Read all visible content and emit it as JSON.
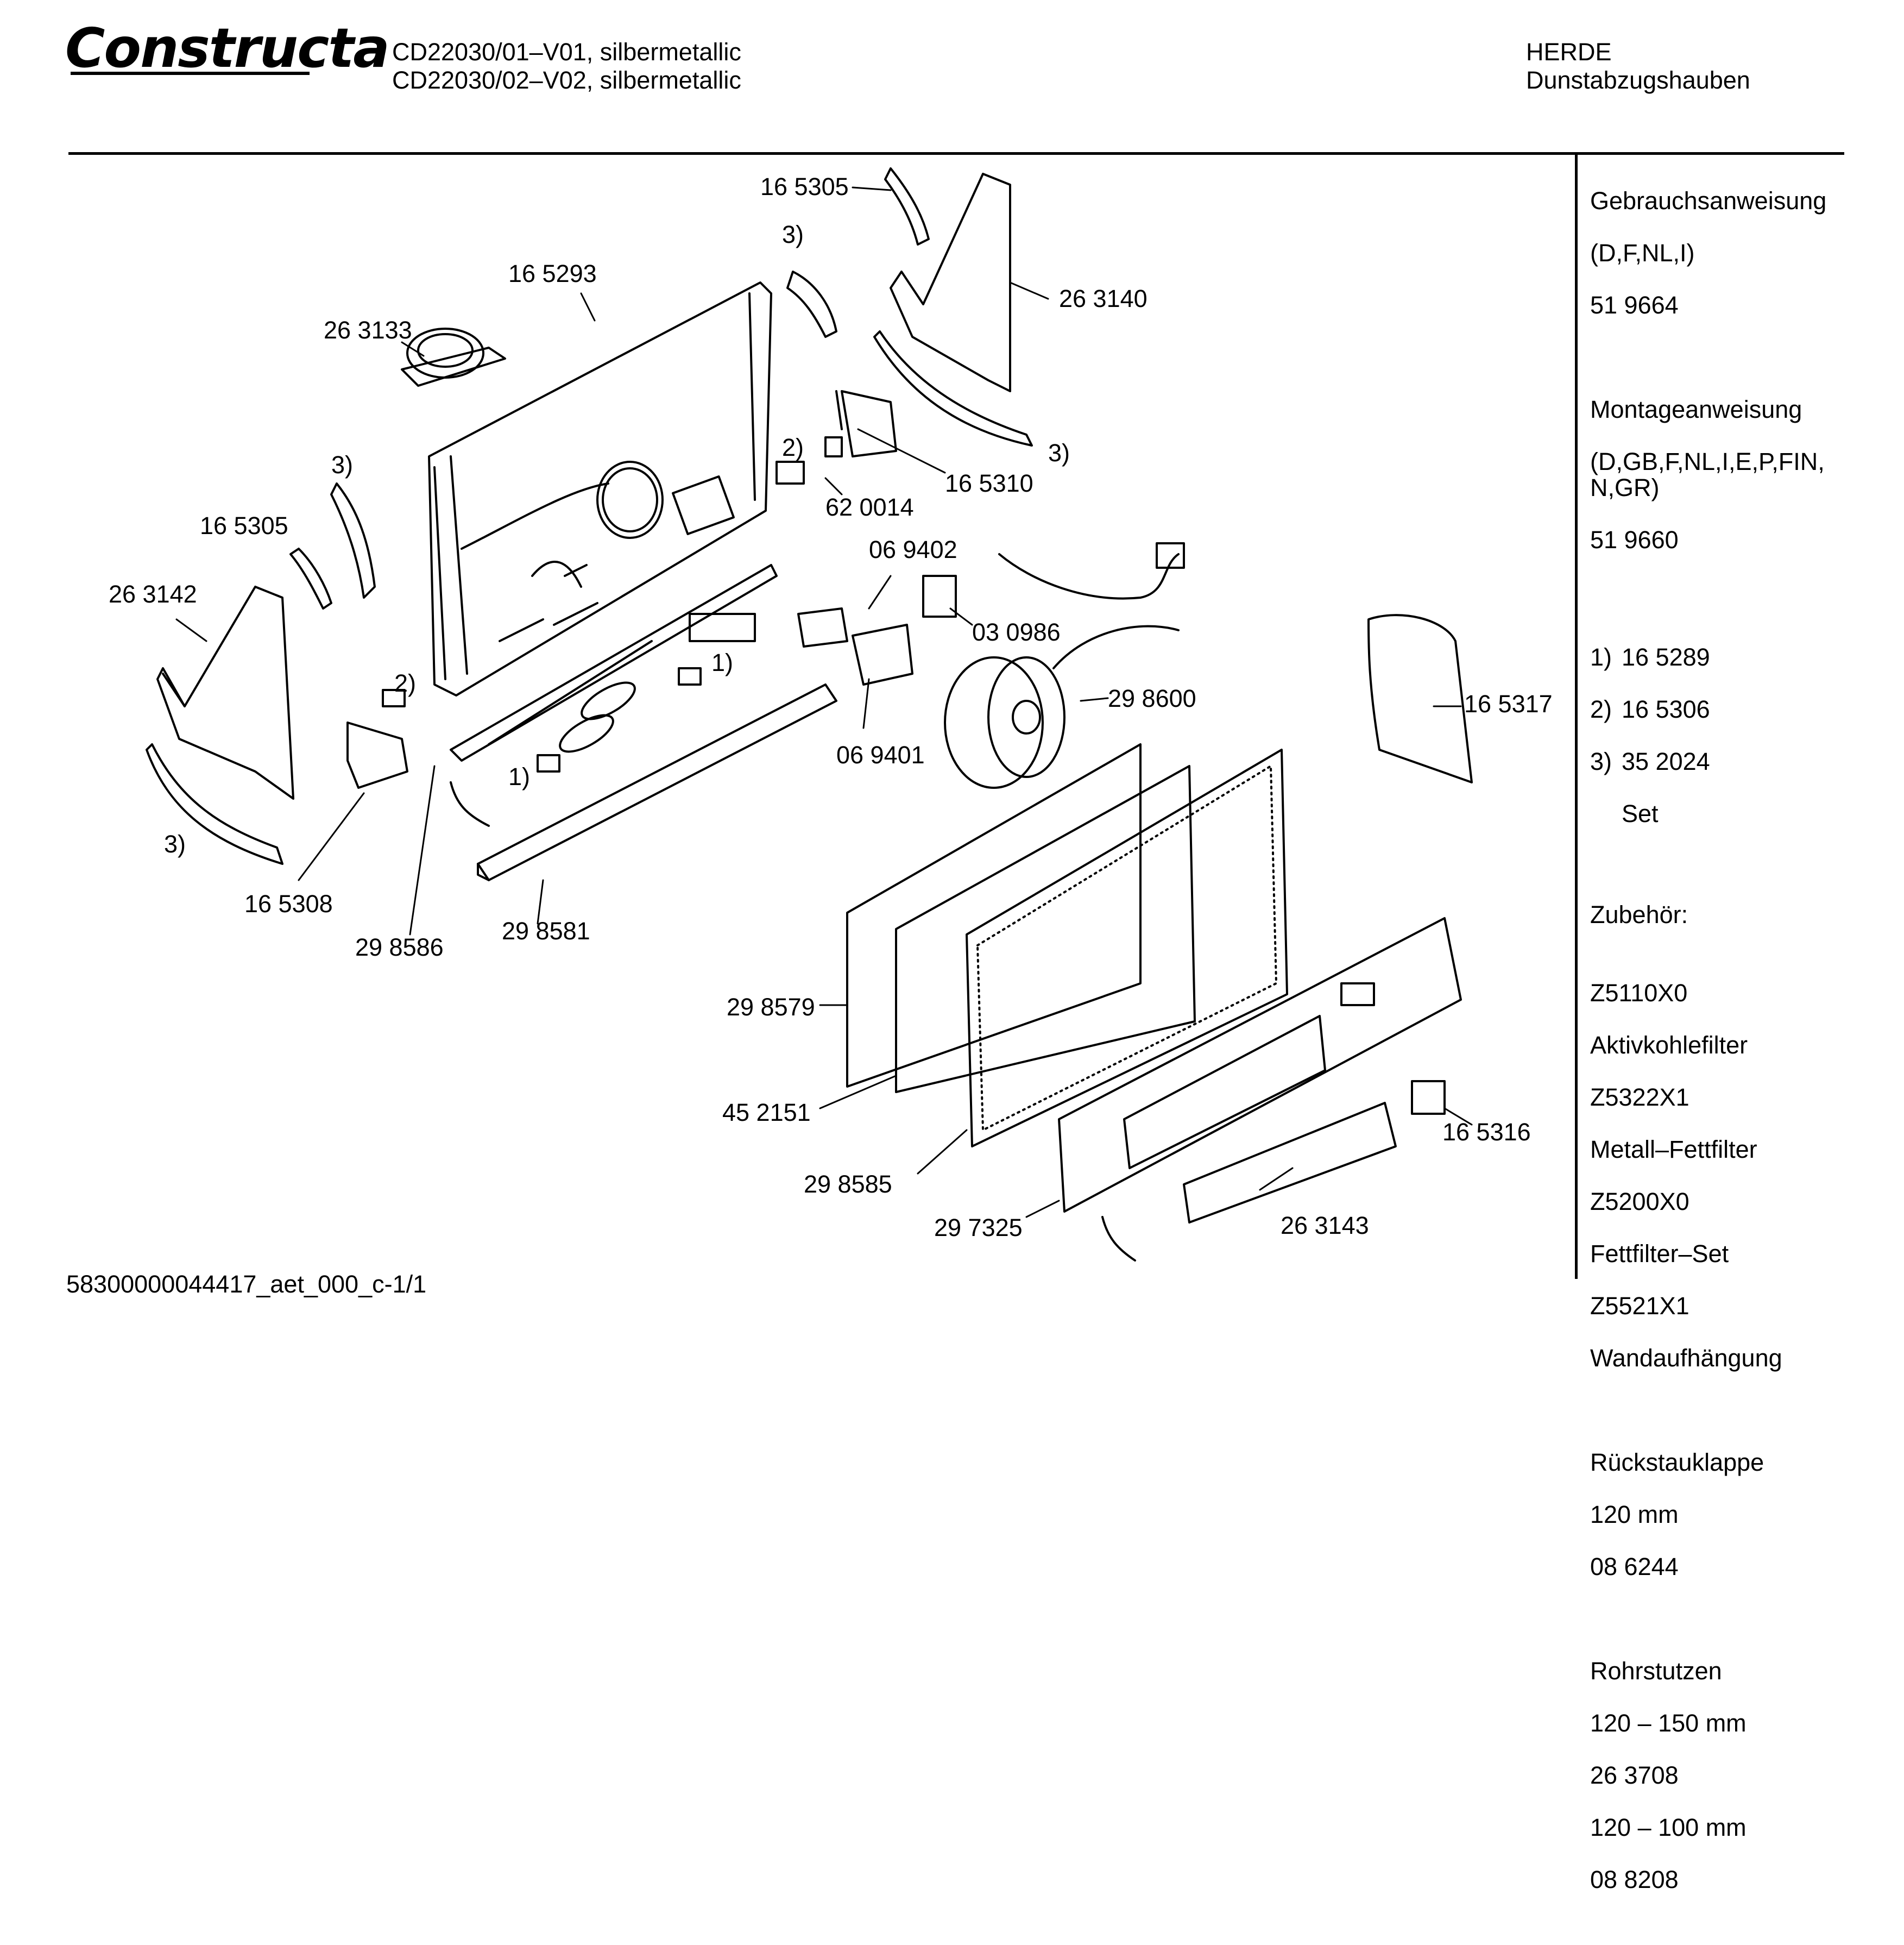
{
  "brand": "Constructa",
  "header": {
    "model_lines": [
      "CD22030/01–V01, silbermetallic",
      "CD22030/02–V02, silbermetallic"
    ],
    "manufacturer": "HERDE",
    "category": "Dunstabzugshauben"
  },
  "sidebar": {
    "manual": {
      "title": "Gebrauchsanweisung",
      "languages": "(D,F,NL,I)",
      "number": "51 9664"
    },
    "install": {
      "title": "Montageanweisung",
      "languages": "(D,GB,F,NL,I,E,P,FIN,\nN,GR)",
      "number": "51 9660"
    },
    "footnotes": [
      {
        "key": "1)",
        "value": "16 5289"
      },
      {
        "key": "2)",
        "value": "16 5306"
      },
      {
        "key": "3)",
        "value": "35 2024"
      },
      {
        "key": "",
        "value": "Set"
      }
    ],
    "accessories_title": "Zubehör:",
    "accessories": [
      {
        "code": "Z5110X0",
        "name": "Aktivkohlefilter"
      },
      {
        "code": "Z5322X1",
        "name": "Metall–Fettfilter"
      },
      {
        "code": "Z5200X0",
        "name": "Fettfilter–Set"
      },
      {
        "code": "Z5521X1",
        "name": "Wandaufhängung"
      }
    ],
    "valve": {
      "title": "Rückstauklappe",
      "size": "120 mm",
      "number": "08 6244"
    },
    "pipe": {
      "title": "Rohrstutzen",
      "size1": "120 – 150 mm",
      "number1": "26 3708",
      "size2": "120 – 100 mm",
      "number2": "08 8208"
    }
  },
  "parts": [
    {
      "id": "p1",
      "label": "16 5305"
    },
    {
      "id": "p2",
      "label": "3)"
    },
    {
      "id": "p3",
      "label": "16 5293"
    },
    {
      "id": "p4",
      "label": "26 3140"
    },
    {
      "id": "p5",
      "label": "26 3133"
    },
    {
      "id": "p6",
      "label": "2)"
    },
    {
      "id": "p7",
      "label": "3)"
    },
    {
      "id": "p8",
      "label": "16 5310"
    },
    {
      "id": "p9",
      "label": "3)"
    },
    {
      "id": "p10",
      "label": "62 0014"
    },
    {
      "id": "p11",
      "label": "16 5305"
    },
    {
      "id": "p12",
      "label": "06 9402"
    },
    {
      "id": "p13",
      "label": "26 3142"
    },
    {
      "id": "p14",
      "label": "03 0986"
    },
    {
      "id": "p15",
      "label": "1)"
    },
    {
      "id": "p16",
      "label": "2)"
    },
    {
      "id": "p17",
      "label": "29 8600"
    },
    {
      "id": "p18",
      "label": "16 5317"
    },
    {
      "id": "p19",
      "label": "06 9401"
    },
    {
      "id": "p20",
      "label": "1)"
    },
    {
      "id": "p21",
      "label": "3)"
    },
    {
      "id": "p22",
      "label": "16 5308"
    },
    {
      "id": "p23",
      "label": "29 8581"
    },
    {
      "id": "p24",
      "label": "29 8586"
    },
    {
      "id": "p25",
      "label": "29 8579"
    },
    {
      "id": "p26",
      "label": "45 2151"
    },
    {
      "id": "p27",
      "label": "16 5316"
    },
    {
      "id": "p28",
      "label": "29 8585"
    },
    {
      "id": "p29",
      "label": "29 7325"
    },
    {
      "id": "p30",
      "label": "26 3143"
    }
  ],
  "footer": "58300000044417_aet_000_c-1/1"
}
